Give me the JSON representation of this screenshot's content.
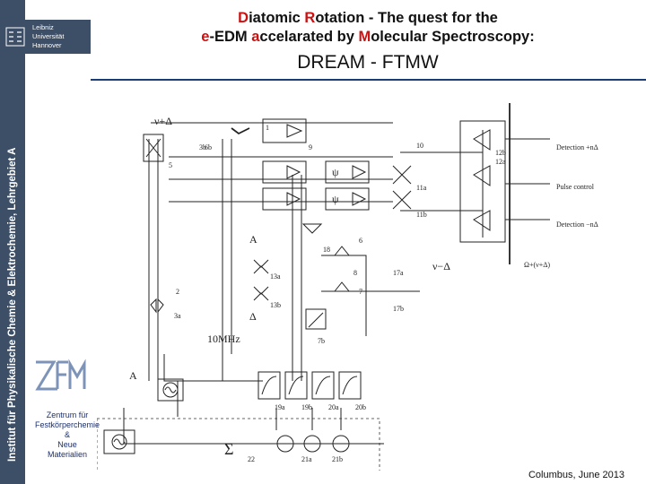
{
  "header": {
    "title_parts": [
      {
        "text": "D",
        "accent": true
      },
      {
        "text": "iatomic ",
        "accent": false
      },
      {
        "text": "R",
        "accent": true
      },
      {
        "text": "otation - The quest for the",
        "accent": false
      },
      {
        "text": "\n",
        "accent": false
      },
      {
        "text": "e",
        "accent": true
      },
      {
        "text": "-EDM ",
        "accent": false
      },
      {
        "text": "a",
        "accent": true
      },
      {
        "text": "ccelarated by ",
        "accent": false
      },
      {
        "text": "M",
        "accent": true
      },
      {
        "text": "olecular Spectroscopy:",
        "accent": false
      }
    ],
    "subtitle": "DREAM - FTMW"
  },
  "sidebar": {
    "text": "Institut für Physikalische Chemie & Elektrochemie, Lehrgebiet A"
  },
  "logo": {
    "lines": [
      "Leibniz",
      "Universität",
      "Hannover"
    ]
  },
  "institute": {
    "lines": [
      "Zentrum für",
      "Festkörperchemie",
      "&",
      "Neue",
      "Materialien"
    ]
  },
  "footer": {
    "text": "Columbus, June 2013"
  },
  "diagram": {
    "labels": {
      "nu_plus_delta": "ν+Δ",
      "nu_minus_delta": "ν−Δ",
      "sum_expr": "Ω+(ν+Δ)",
      "freq_ref": "10MHz",
      "sigma": "Σ",
      "a_label": "A",
      "delta": "Δ",
      "psi": "ψ",
      "det1": "Detection  +nΔ",
      "det2": "Pulse control",
      "det3": "Detection  −nΔ",
      "n1": "1",
      "n2": "2",
      "n3": "3a",
      "n4": "3b",
      "n5": "5",
      "n6": "6",
      "n7": "7",
      "n8": "8",
      "n9": "9",
      "n10": "10",
      "n11": "11a",
      "n12": "11b",
      "n13": "12a",
      "n14": "12b",
      "n15": "13a",
      "n16": "13b",
      "n17": "17a",
      "n18": "17b",
      "n19": "18",
      "n20": "19a",
      "n21": "19b",
      "n22": "20a",
      "n23": "20b",
      "n24": "21a",
      "n25": "21b",
      "n26": "22",
      "n27": "6b",
      "n28": "7b"
    }
  }
}
